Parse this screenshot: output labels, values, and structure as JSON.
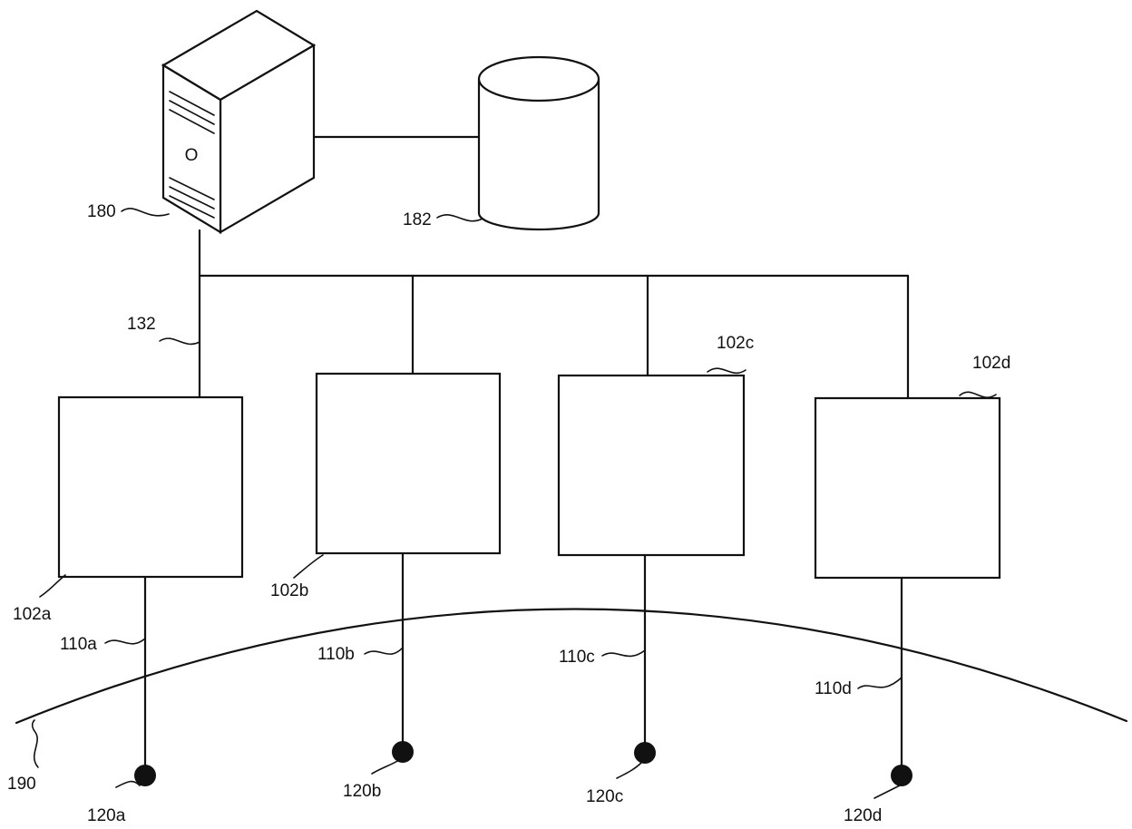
{
  "colors": {
    "ink": "#111111",
    "background": "#ffffff"
  },
  "labels": {
    "server": "180",
    "database": "182",
    "network_bus": "132",
    "device_a": "102a",
    "device_b": "102b",
    "device_c": "102c",
    "device_d": "102d",
    "lead_a": "110a",
    "lead_b": "110b",
    "lead_c": "110c",
    "lead_d": "110d",
    "sensor_a": "120a",
    "sensor_b": "120b",
    "sensor_c": "120c",
    "sensor_d": "120d",
    "surface": "190",
    "server_power_symbol": "O"
  }
}
